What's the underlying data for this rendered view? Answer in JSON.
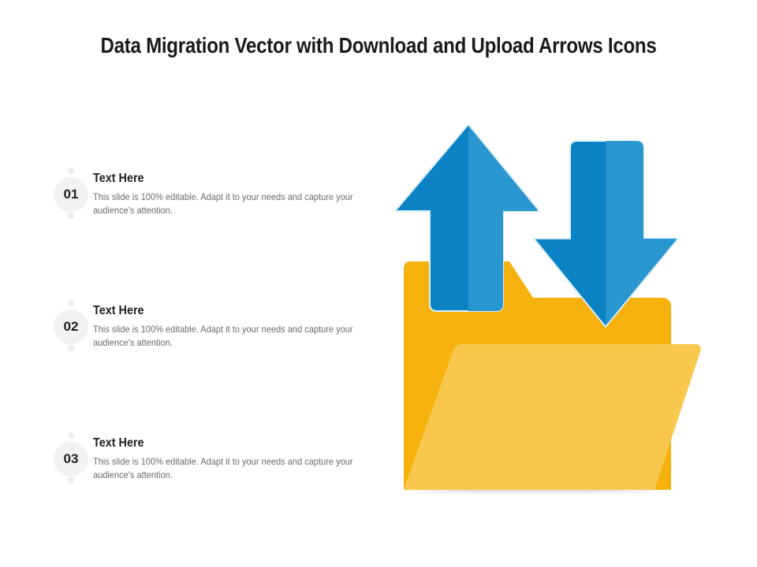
{
  "title": "Data Migration Vector with Download and Upload Arrows Icons",
  "items": [
    {
      "number": "01",
      "heading": "Text Here",
      "body": "This slide is 100% editable. Adapt it to your needs and capture your audience's attention."
    },
    {
      "number": "02",
      "heading": "Text Here",
      "body": "This slide is 100% editable. Adapt it to your needs and capture your audience's attention."
    },
    {
      "number": "03",
      "heading": "Text Here",
      "body": "This slide is 100% editable. Adapt it to your needs and capture your audience's attention."
    }
  ],
  "illustration": {
    "icons": [
      "upload-arrow-icon",
      "download-arrow-icon",
      "folder-icon"
    ],
    "colors": {
      "arrow_dark": "#0a82c4",
      "arrow_light": "#2a96cf",
      "folder_back": "#f5b20f",
      "folder_front": "#f8c84e"
    }
  }
}
